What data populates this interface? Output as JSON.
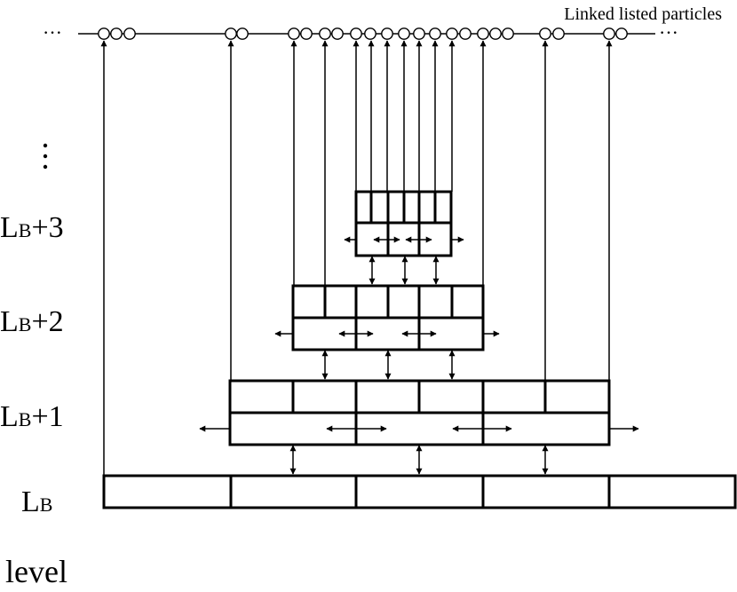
{
  "caption": "Linked listed particles",
  "ellipsis_left": "···",
  "ellipsis_right": "···",
  "ellipsis_vertical": "⋮",
  "axis_label": "level",
  "levels": [
    {
      "base": "L",
      "sub": "B",
      "suffix": "+3"
    },
    {
      "base": "L",
      "sub": "B",
      "suffix": "+2"
    },
    {
      "base": "L",
      "sub": "B",
      "suffix": "+1"
    },
    {
      "base": "L",
      "sub": "B",
      "suffix": ""
    }
  ],
  "colors": {
    "ink": "#000000",
    "background": "#ffffff"
  }
}
